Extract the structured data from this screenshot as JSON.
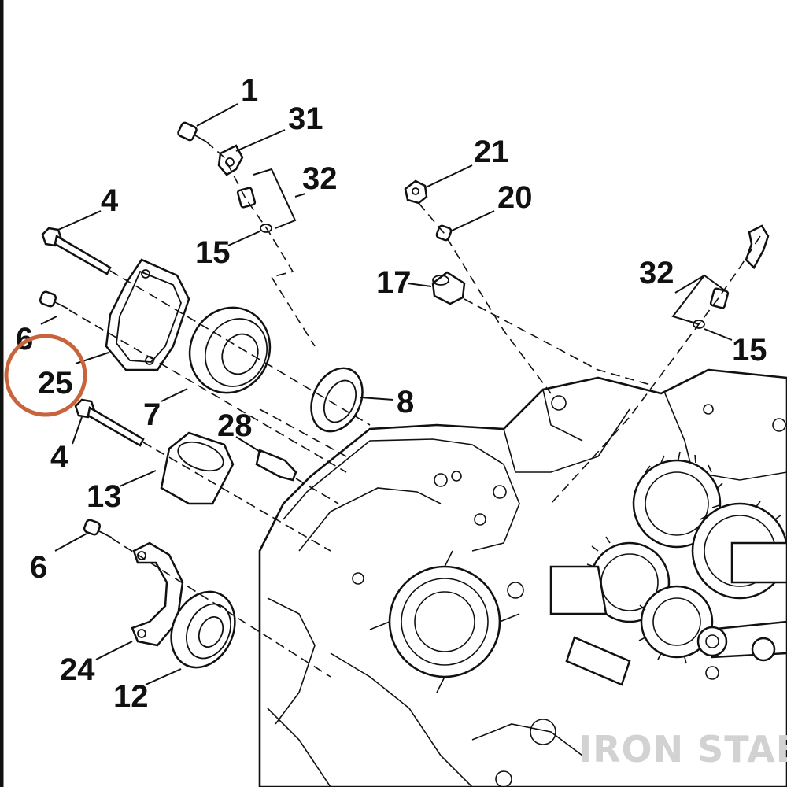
{
  "diagram": {
    "callouts": [
      {
        "id": "c1",
        "label": "1"
      },
      {
        "id": "c31",
        "label": "31"
      },
      {
        "id": "c32a",
        "label": "32"
      },
      {
        "id": "c4a",
        "label": "4"
      },
      {
        "id": "c15a",
        "label": "15"
      },
      {
        "id": "c21",
        "label": "21"
      },
      {
        "id": "c20",
        "label": "20"
      },
      {
        "id": "c17",
        "label": "17"
      },
      {
        "id": "c32b",
        "label": "32"
      },
      {
        "id": "c15b",
        "label": "15"
      },
      {
        "id": "c6a",
        "label": "6"
      },
      {
        "id": "c25",
        "label": "25"
      },
      {
        "id": "c7",
        "label": "7"
      },
      {
        "id": "c8",
        "label": "8"
      },
      {
        "id": "c28",
        "label": "28"
      },
      {
        "id": "c4b",
        "label": "4"
      },
      {
        "id": "c13",
        "label": "13"
      },
      {
        "id": "c6b",
        "label": "6"
      },
      {
        "id": "c24",
        "label": "24"
      },
      {
        "id": "c12",
        "label": "12"
      }
    ],
    "highlight": {
      "callout": "c25",
      "color": "#c8643c"
    },
    "watermark": "IRON STABLE",
    "colors": {
      "line": "#111111",
      "background": "#ffffff",
      "watermark": "#d2d2d2"
    }
  }
}
